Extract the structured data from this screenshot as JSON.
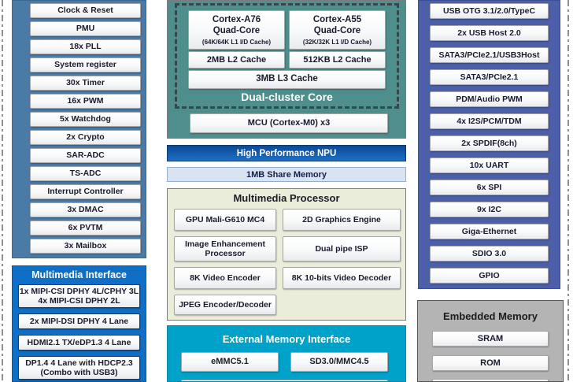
{
  "colors": {
    "system_panel_bg": "#4a7ba6",
    "connectivity_panel_bg": "#4d5fa8",
    "dual_cluster_bg": "#4e8e8c",
    "multimedia_interface_bg": "#0f6fc6",
    "npu_bar_bg": "#1661b4",
    "share_memory_bg": "#d9e4f2",
    "multimedia_processor_bg": "#e9edd9",
    "external_memory_bg": "#00a2c9",
    "embedded_memory_bg": "#b4b4b4"
  },
  "system": {
    "items": [
      "Clock & Reset",
      "PMU",
      "18x PLL",
      "System register",
      "30x Timer",
      "16x PWM",
      "5x Watchdog",
      "2x Crypto",
      "SAR-ADC",
      "TS-ADC",
      "Interrupt Controller",
      "3x DMAC",
      "6x PVTM",
      "3x Mailbox"
    ]
  },
  "multimedia_interface": {
    "title": "Multimedia Interface",
    "items": [
      {
        "line1": "1x MIPI-CSI DPHY 4L/CPHY 3L",
        "line2": "4x MIPI-CSI DPHY 2L"
      },
      {
        "line1": "2x MIPI-DSI DPHY 4 Lane"
      },
      {
        "line1": "HDMI2.1 TX/eDP1.3 4 Lane"
      },
      {
        "line1": "DP1.4 4 Lane with HDCP2.3",
        "line2": "(Combo with USB3)"
      }
    ]
  },
  "dual_cluster": {
    "title": "Dual-cluster Core",
    "a76": {
      "name": "Cortex-A76",
      "type": "Quad-Core",
      "cache": "(64K/64K L1 I/D Cache)",
      "l2": "2MB L2 Cache"
    },
    "a55": {
      "name": "Cortex-A55",
      "type": "Quad-Core",
      "cache": "(32K/32K L1 I/D Cache)",
      "l2": "512KB L2 Cache"
    },
    "l3": "3MB L3 Cache",
    "mcu": "MCU (Cortex-M0) x3"
  },
  "npu": {
    "label": "High Performance NPU"
  },
  "share_memory": {
    "label": "1MB Share Memory"
  },
  "multimedia_processor": {
    "title": "Multimedia Processor",
    "items": [
      "GPU Mali-G610 MC4",
      "2D Graphics Engine",
      "Image Enhancement Processor",
      "Dual pipe ISP",
      "8K Video Encoder",
      "8K 10-bits Video Decoder",
      "JPEG Encoder/Decoder"
    ]
  },
  "external_memory": {
    "title": "External Memory Interface",
    "items": [
      "eMMC5.1",
      "SD3.0/MMC4.5"
    ]
  },
  "connectivity": {
    "items": [
      "USB OTG 3.1/2.0/TypeC",
      "2x USB Host 2.0",
      "SATA3/PCIe2.1/USB3Host",
      "SATA3/PCIe2.1",
      "PDM/Audio PWM",
      "4x I2S/PCM/TDM",
      "2x SPDIF(8ch)",
      "10x UART",
      "6x SPI",
      "9x I2C",
      "Giga-Ethernet",
      "SDIO 3.0",
      "GPIO"
    ]
  },
  "embedded_memory": {
    "title": "Embedded Memory",
    "items": [
      "SRAM",
      "ROM"
    ]
  }
}
